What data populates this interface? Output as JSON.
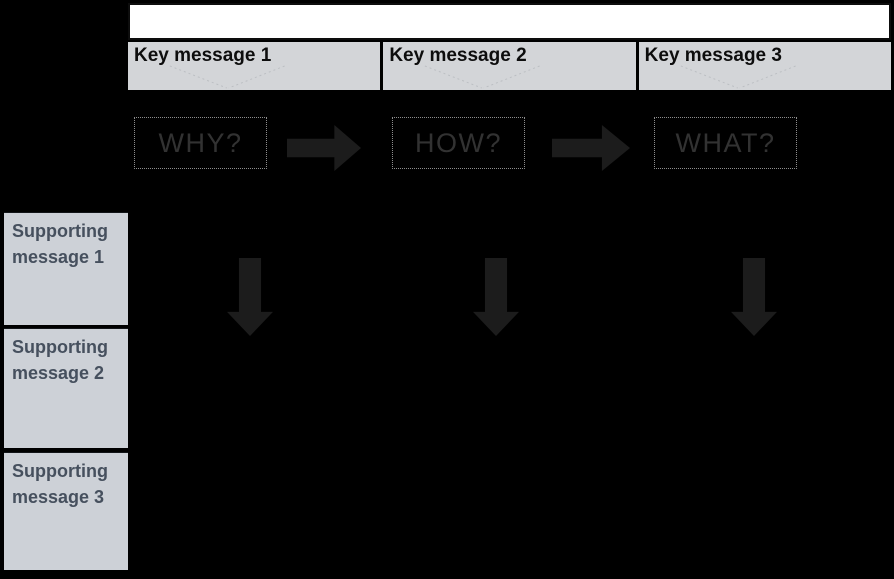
{
  "slide": {
    "header": {
      "title": ""
    },
    "key_messages": [
      "Key message 1",
      "Key message 2",
      "Key message 3"
    ],
    "questions": [
      "WHY?",
      "HOW?",
      "WHAT?"
    ],
    "supporting_messages": [
      "Supporting message 1",
      "Supporting message 2",
      "Supporting message 3"
    ],
    "colors": {
      "background": "#000000",
      "header_bg": "#ffffff",
      "key_cell_bg": "#d3d5d8",
      "key_text": "#0d0d0d",
      "supporting_bg": "#cdd1d7",
      "supporting_text": "#46505e",
      "question_text": "#323232",
      "question_border": "#8d8d8d",
      "arrow_fill": "#1c1c1c",
      "connector_line": "#bcbfc3"
    }
  }
}
